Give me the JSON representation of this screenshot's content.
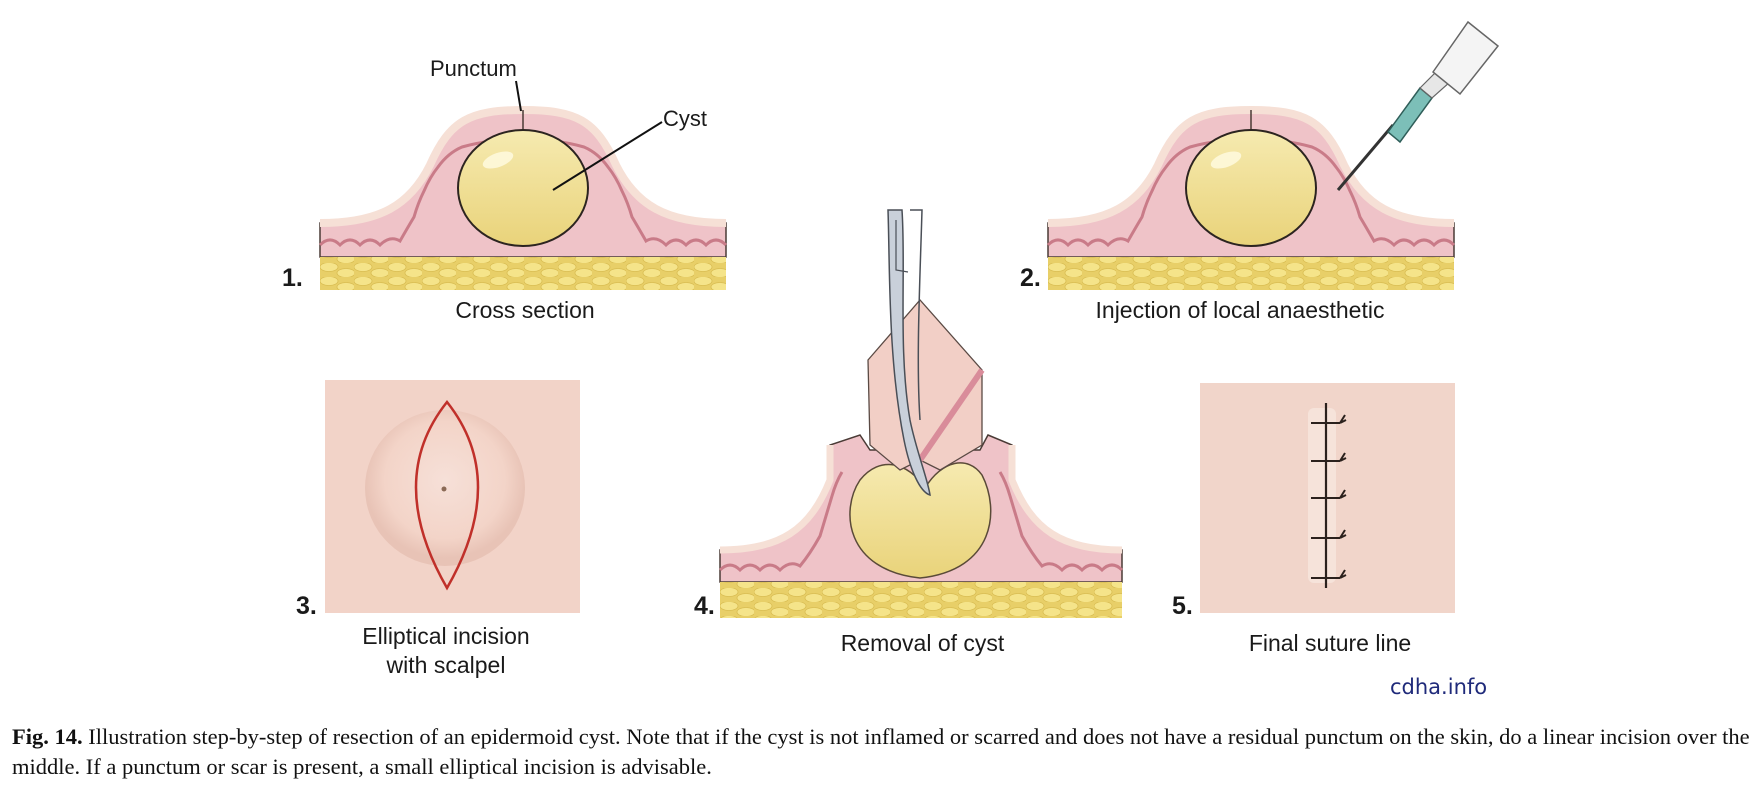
{
  "figure": {
    "panels": [
      {
        "number": "1.",
        "caption": "Cross section",
        "labels": [
          "Punctum",
          "Cyst"
        ]
      },
      {
        "number": "2.",
        "caption": "Injection of local anaesthetic"
      },
      {
        "number": "3.",
        "caption_line1": "Elliptical incision",
        "caption_line2": "with scalpel"
      },
      {
        "number": "4.",
        "caption": "Removal of cyst"
      },
      {
        "number": "5.",
        "caption": "Final suture line"
      }
    ],
    "credit": "cdha.info",
    "colors": {
      "skin_surface": "#f3d9cd",
      "dermis": "#eab7bf",
      "dermis_dark": "#d98c9a",
      "cyst": "#f1e29a",
      "fat": "#f0dc7a",
      "incision": "#c0302a",
      "credit": "#1f2a7a"
    }
  },
  "caption": {
    "label": "Fig. 14.",
    "text": " Illustration step-by-step of resection of an epidermoid cyst. Note that if the cyst is not inflamed or scarred and does not have a residual punctum on the skin, do a linear incision over the middle. If a punctum or scar is present, a small elliptical incision is advisable."
  }
}
